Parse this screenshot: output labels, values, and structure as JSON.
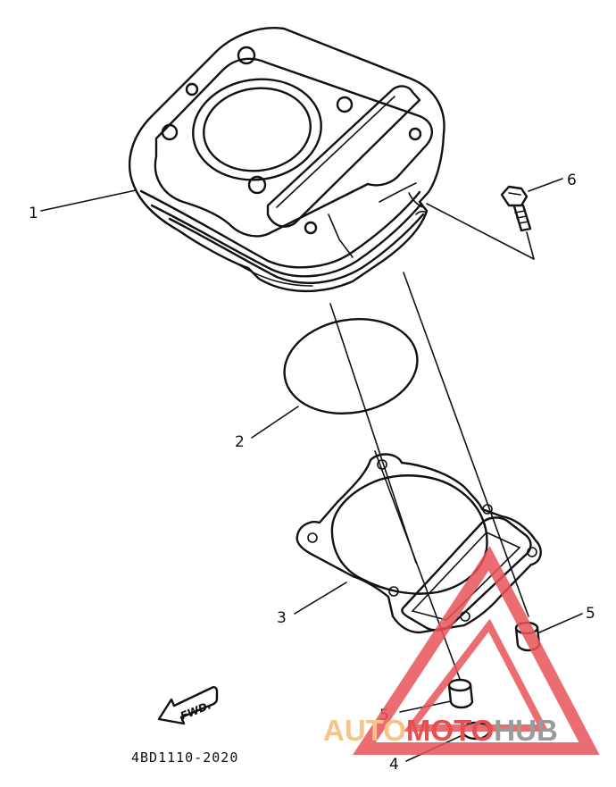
{
  "diagram": {
    "part_number": "4BD1110-2020",
    "forward_label": "FWD.",
    "callouts": {
      "cylinder": "1",
      "o_ring": "2",
      "gasket": "3",
      "o_ring_small": "4",
      "dowel_pin_right": "5",
      "dowel_pin_bottom": "5",
      "bolt": "6"
    }
  },
  "watermark": {
    "word_part1": "AUTO",
    "word_part2": "MOTO",
    "word_part3": "HUB",
    "colors": {
      "orange": "#f6c489",
      "red": "#e5504f",
      "gray": "#9a9a9a",
      "triangle": "#e8545a"
    }
  }
}
